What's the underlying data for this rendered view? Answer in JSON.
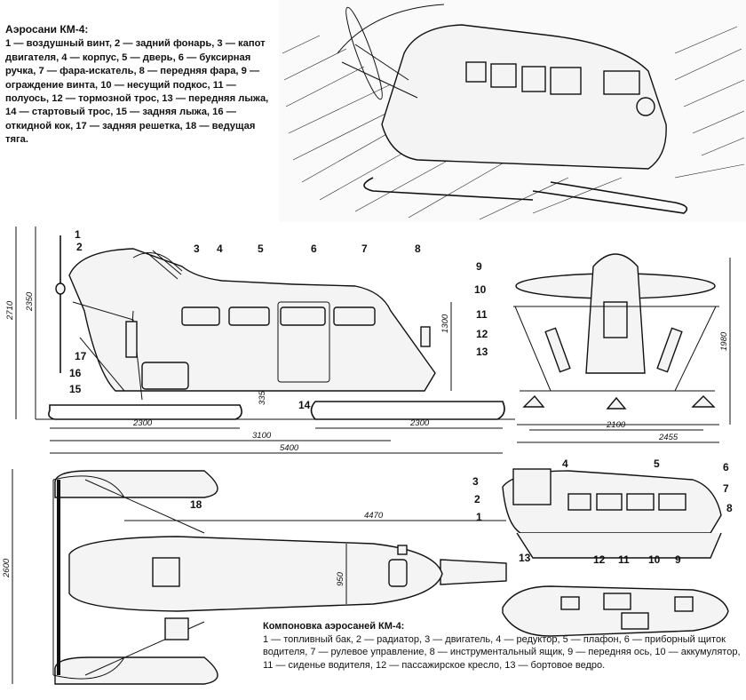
{
  "legend_top": {
    "title": "Аэросани КМ-4:",
    "text": "1 — воздушный винт, 2 — задний фонарь, 3 — капот двигателя, 4 — корпус, 5 — дверь, 6 — буксирная ручка, 7 — фара-искатель, 8 — передняя фара, 9 — ограждение винта, 10 — несущий подкос, 11 — полуось, 12 — тормозной трос, 13 — передняя лыжа, 14 — стартовый трос, 15 — задняя лыжа, 16 — откидной кок, 17 — задняя решетка, 18 — ведущая тяга."
  },
  "legend_bottom": {
    "title": "Компоновка аэросаней КМ-4:",
    "text": "1 — топливный бак, 2 — радиатор, 3 — двигатель, 4 — редуктор, 5 — плафон, 6 — приборный щиток водителя, 7 — рулевое управление, 8 — инструментальный ящик, 9 — передняя ось, 10 — аккумулятор, 11 — сиденье водителя, 12 — пассажирское кресло, 13 — бортовое ведро."
  },
  "side_view": {
    "callouts": [
      "1",
      "2",
      "3",
      "4",
      "5",
      "6",
      "7",
      "8",
      "17",
      "16",
      "15",
      "14",
      "13",
      "12",
      "11",
      "10",
      "9"
    ],
    "dims": {
      "h_total": "2710",
      "h_prop": "2350",
      "h_body": "1300",
      "ground": "335",
      "ski_rear": "2300",
      "ski_front": "2300",
      "wheelbase": "3100",
      "length": "5400"
    }
  },
  "front_view": {
    "dims": {
      "height": "1980",
      "track": "2100",
      "width": "2455"
    }
  },
  "top_view": {
    "callouts": [
      "18"
    ],
    "dims": {
      "span": "4470",
      "width": "950",
      "overall": "2600"
    }
  },
  "layout_view": {
    "callouts": [
      "3",
      "2",
      "1",
      "4",
      "5",
      "6",
      "7",
      "8",
      "13",
      "12",
      "11",
      "10",
      "9"
    ]
  }
}
